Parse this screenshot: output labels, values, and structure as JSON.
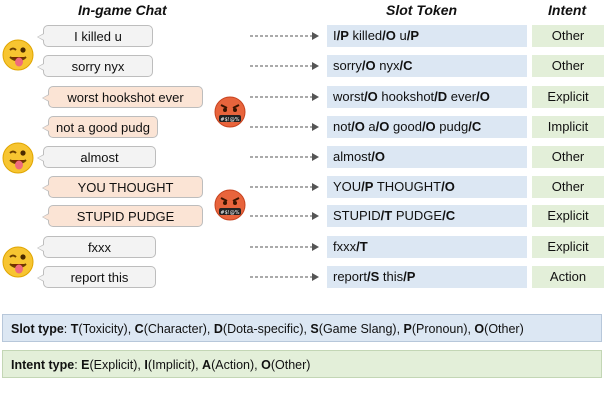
{
  "headers": {
    "chat": "In-game Chat",
    "slot": "Slot Token",
    "intent": "Intent"
  },
  "rows": [
    {
      "chat": "I killed u",
      "tone": "player1",
      "slot": [
        [
          "I",
          ""
        ],
        [
          "/P",
          ""
        ],
        [
          " killed",
          ""
        ],
        [
          "/O",
          ""
        ],
        [
          " u",
          ""
        ],
        [
          "/P",
          ""
        ]
      ],
      "intent": "Other"
    },
    {
      "chat": "sorry nyx",
      "tone": "player1",
      "slot": [],
      "intent": "Other"
    },
    {
      "chat": "worst hookshot ever",
      "tone": "player2",
      "slot": [],
      "intent": "Explicit"
    },
    {
      "chat": "not a good pudg",
      "tone": "player2",
      "slot": [],
      "intent": "Implicit"
    },
    {
      "chat": "almost",
      "tone": "player1",
      "slot": [],
      "intent": "Other"
    },
    {
      "chat": "YOU THOUGHT",
      "tone": "player2",
      "slot": [],
      "intent": "Other"
    },
    {
      "chat": "STUPID PUDGE",
      "tone": "player2",
      "slot": [],
      "intent": "Explicit"
    },
    {
      "chat": "fxxx",
      "tone": "player1",
      "slot": [],
      "intent": "Explicit"
    },
    {
      "chat": "report this",
      "tone": "player1",
      "slot": [],
      "intent": "Action"
    }
  ],
  "slots": [
    [
      "I",
      "/P",
      " killed",
      "/O",
      " u",
      "/P"
    ],
    [
      "sorry",
      "/O",
      " nyx",
      "/C"
    ],
    [
      "worst",
      "/O",
      " hookshot",
      "/D",
      " ever",
      "/O"
    ],
    [
      "not",
      "/O",
      " a",
      "/O",
      " good",
      "/O",
      " pudg",
      "/C"
    ],
    [
      "almost",
      "/O"
    ],
    [
      "YOU",
      "/P",
      " THOUGHT",
      "/O"
    ],
    [
      "STUPID",
      "/T",
      " PUDGE",
      "/C"
    ],
    [
      "fxxx",
      "/T"
    ],
    [
      "report",
      "/S",
      " this",
      "/P"
    ]
  ],
  "legends": {
    "slot_type": {
      "label": "Slot type",
      "items": [
        [
          "T",
          "Toxicity"
        ],
        [
          "C",
          "Character"
        ],
        [
          "D",
          "Dota-specific"
        ],
        [
          "S",
          "Game Slang"
        ],
        [
          "P",
          "Pronoun"
        ],
        [
          "O",
          "Other"
        ]
      ]
    },
    "intent_type": {
      "label": "Intent type",
      "items": [
        [
          "E",
          "Explicit"
        ],
        [
          "I",
          "Implicit"
        ],
        [
          "A",
          "Action"
        ],
        [
          "O",
          "Other"
        ]
      ]
    }
  },
  "emojis": [
    "winking-tongue-emoji",
    "angry-cursing-emoji",
    "winking-tongue-emoji",
    "angry-cursing-emoji",
    "winking-tongue-emoji"
  ],
  "colors": {
    "bubble_player1": "#f3f3f3",
    "bubble_player2": "#fbe4d5",
    "slot_bg": "#dce7f3",
    "intent_bg": "#e3efd9"
  }
}
